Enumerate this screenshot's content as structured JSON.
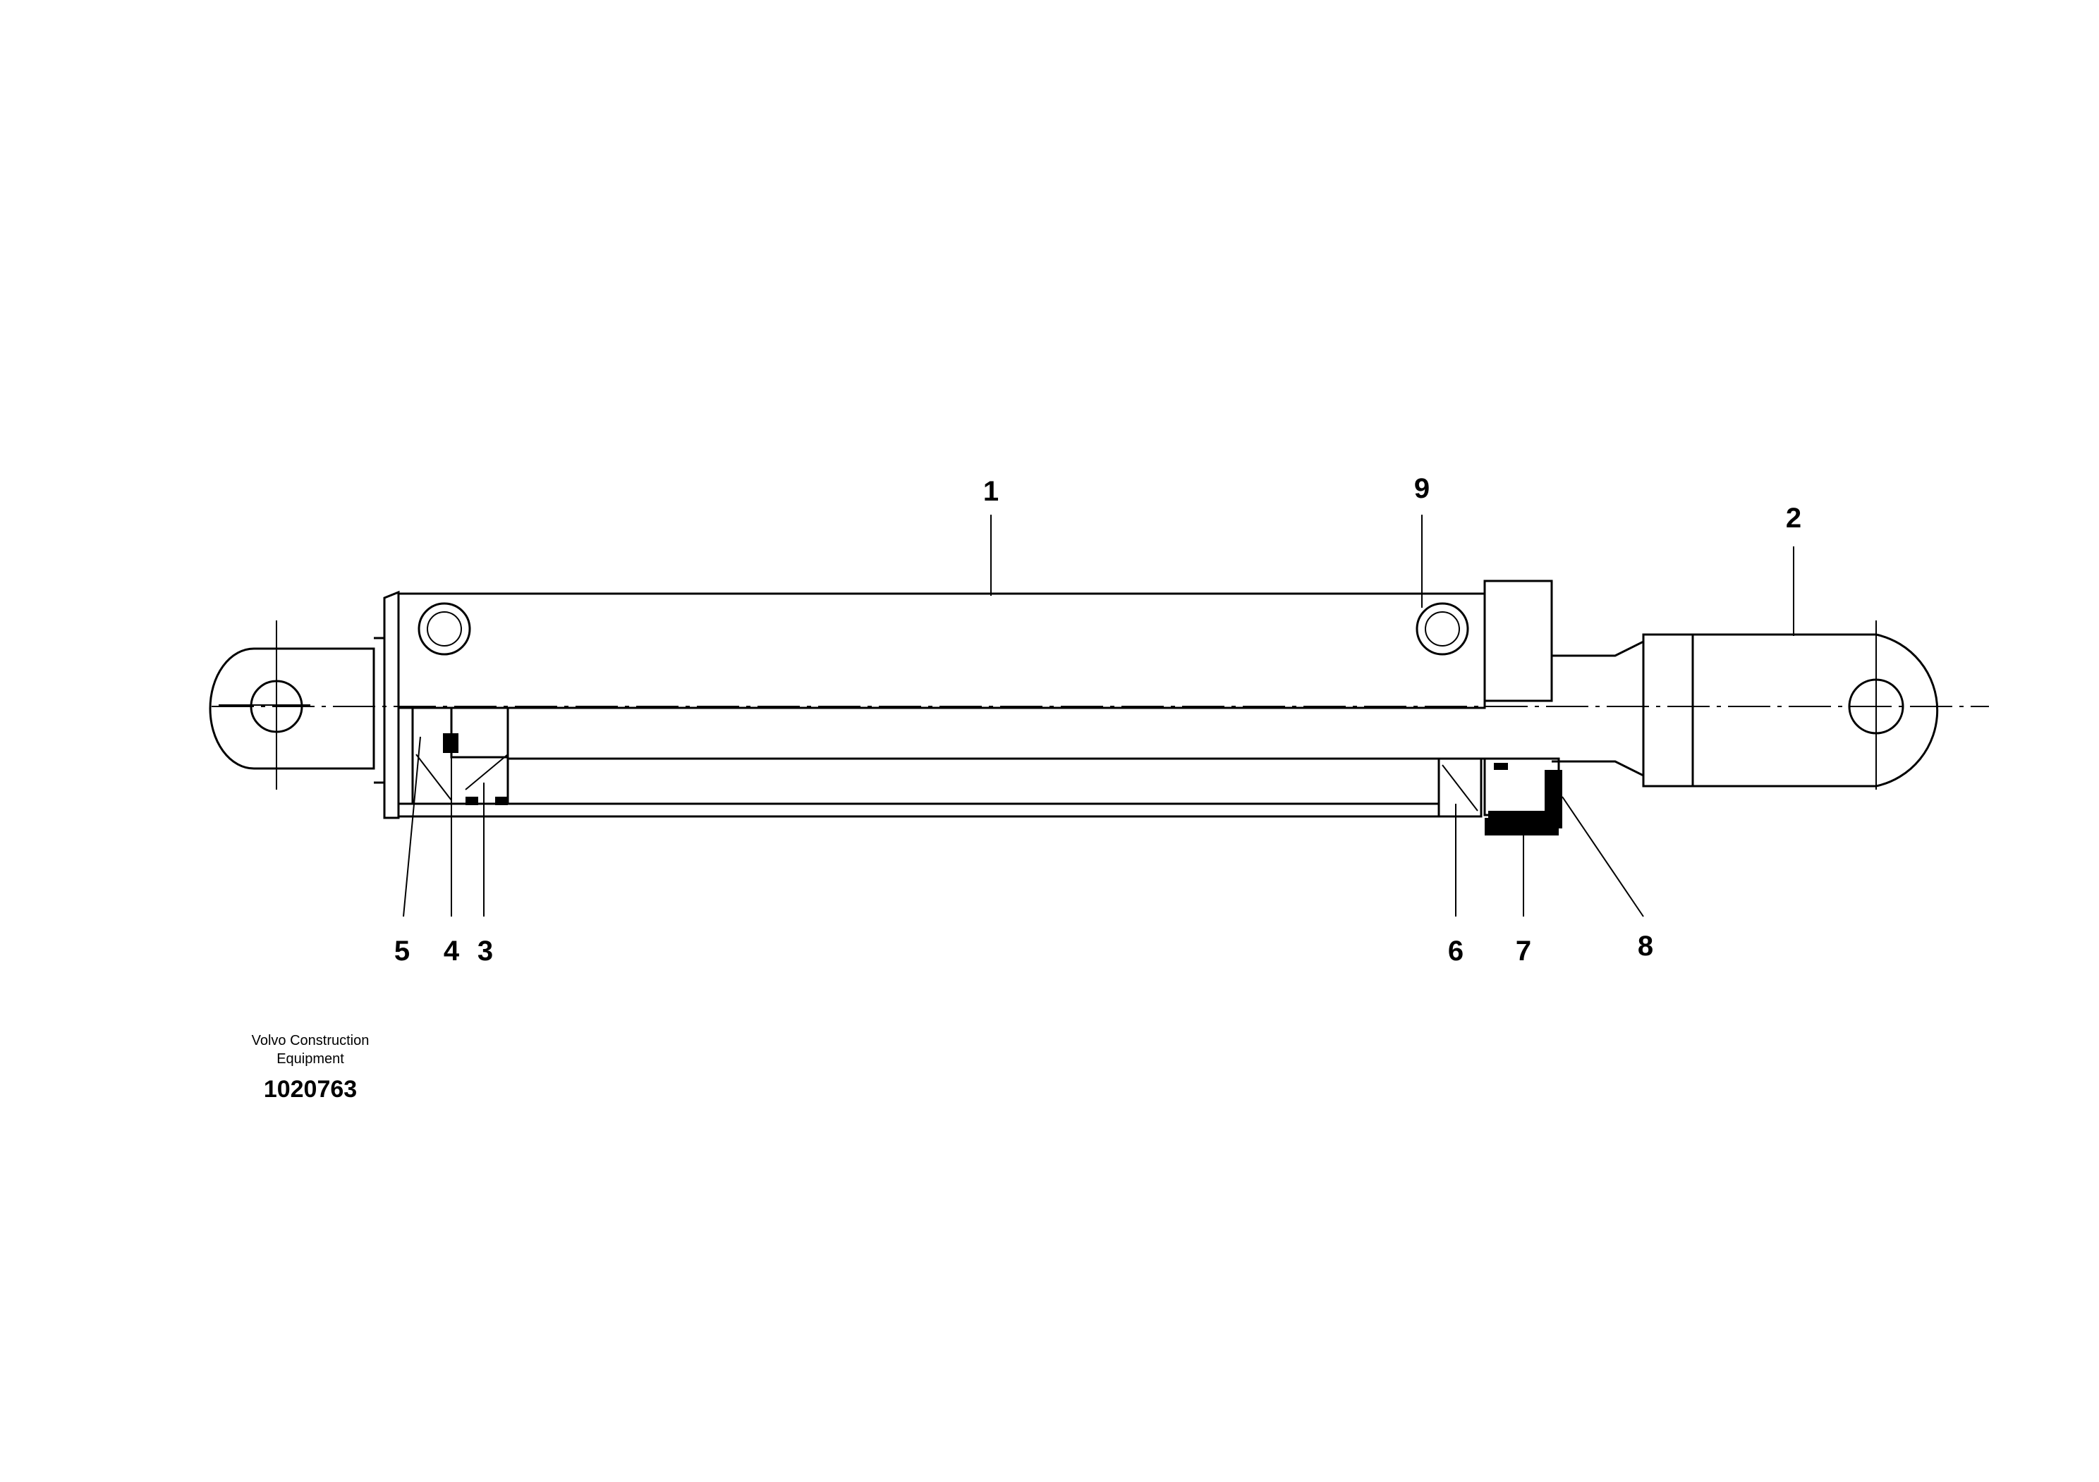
{
  "diagram": {
    "callouts": [
      {
        "id": "1",
        "label": "1"
      },
      {
        "id": "2",
        "label": "2"
      },
      {
        "id": "3",
        "label": "3"
      },
      {
        "id": "4",
        "label": "4"
      },
      {
        "id": "5",
        "label": "5"
      },
      {
        "id": "6",
        "label": "6"
      },
      {
        "id": "7",
        "label": "7"
      },
      {
        "id": "8",
        "label": "8"
      },
      {
        "id": "9",
        "label": "9"
      }
    ]
  },
  "caption": {
    "line1": "Volvo Construction",
    "line2": "Equipment",
    "part_number": "1020763"
  }
}
